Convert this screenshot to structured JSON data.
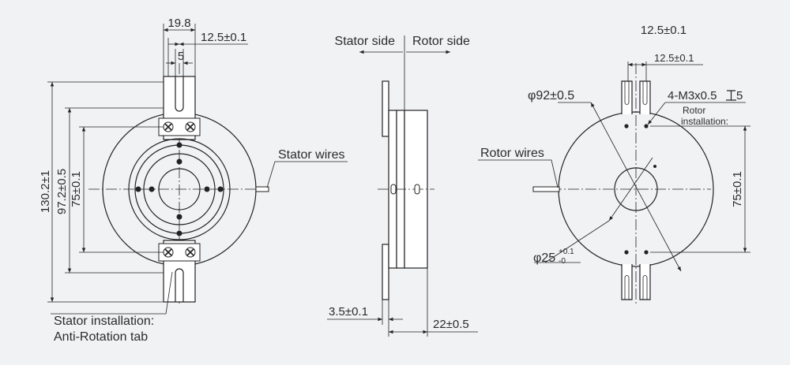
{
  "front_view": {
    "dim_tab_width": "19.8",
    "dim_tab_offset": "12.5±0.1",
    "dim_slot": "5",
    "dim_outer_height": "130.2±1",
    "dim_tab_spacing": "97.2±0.5",
    "dim_mount_spacing": "75±0.1",
    "label_stator_wires": "Stator wires",
    "label_tab_line1": "Stator installation:",
    "label_tab_line2": "Anti-Rotation tab"
  },
  "side_view": {
    "label_stator_side": "Stator side",
    "label_rotor_side": "Rotor side",
    "dim_tab_thickness": "3.5±0.1",
    "dim_body_thickness": "22±0.5"
  },
  "rear_view": {
    "dim_top": "12.5±0.1",
    "dim_tab": "12.5±0.1",
    "dim_outer_diameter": "φ92±0.5",
    "dim_thread": "4-M3x0.5",
    "dim_thread_depth": "5",
    "label_rotor_line1": "Rotor",
    "label_rotor_line2": "installation:",
    "label_rotor_wires": "Rotor wires",
    "dim_mount_spacing": "75±0.1",
    "dim_bore": "φ25",
    "dim_bore_upper_tol": "+0.1",
    "dim_bore_lower_tol": "-0"
  }
}
